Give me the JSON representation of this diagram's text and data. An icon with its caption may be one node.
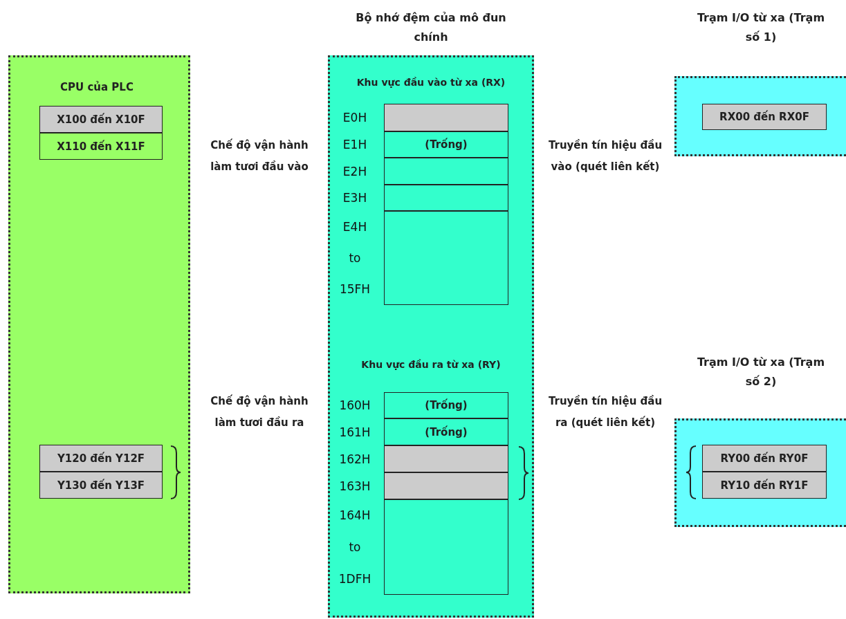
{
  "diagram": {
    "nodes": [
      {
        "text": [
          "CPU của PLC"
        ]
      },
      {
        "text": [
          "X100 đến X10F"
        ],
        "in": 0
      },
      {
        "text": [
          "X110 đến X11F"
        ],
        "in": 0
      },
      {
        "text": [
          "Y120 đến Y12F"
        ],
        "in": 0
      },
      {
        "text": [
          "Y130 đến Y13F"
        ],
        "in": 0
      },
      {
        "text": [
          "Bộ nhớ đệm của mô đun chính",
          "Khu vực đầu vào từ xa (RX)",
          "Khu vực đầu ra từ xa (RY)"
        ]
      },
      {
        "text": [],
        "shape": "box",
        "in": 5,
        "beside": [
          "E0H"
        ]
      },
      {
        "text": [
          "(Trống)"
        ],
        "in": 5,
        "beside": [
          "E1H"
        ]
      },
      {
        "text": [],
        "shape": "box",
        "in": 5,
        "beside": [
          "E2H"
        ]
      },
      {
        "text": [],
        "shape": "box",
        "in": 5,
        "beside": [
          "E3H"
        ]
      },
      {
        "text": [],
        "shape": "box",
        "in": 5,
        "beside": [
          "E4H",
          "to",
          "15FH"
        ]
      },
      {
        "text": [
          "(Trống)"
        ],
        "in": 5,
        "beside": [
          "160H"
        ]
      },
      {
        "text": [
          "(Trống)"
        ],
        "in": 5,
        "beside": [
          "161H"
        ]
      },
      {
        "text": [],
        "shape": "box",
        "in": 5,
        "beside": [
          "162H"
        ]
      },
      {
        "text": [],
        "shape": "box",
        "in": 5,
        "beside": [
          "163H"
        ]
      },
      {
        "text": [],
        "shape": "box",
        "in": 5,
        "beside": [
          "164H",
          "to",
          "1DFH"
        ]
      },
      {
        "text": [
          "Trạm I/O từ xa (Trạm số 1)"
        ]
      },
      {
        "text": [
          "RX00 đến RX0F"
        ],
        "in": 16
      },
      {
        "text": [
          "Trạm I/O từ xa (Trạm số 2)"
        ]
      },
      {
        "text": [
          "RY00 đến RY0F"
        ],
        "in": 18
      },
      {
        "text": [
          "RY10 đến RY1F"
        ],
        "in": 18
      }
    ],
    "edges": [],
    "labels": [
      "Chế độ vận hành làm tươi đầu vào",
      "Truyền tín hiệu đầu vào (quét liên kết)",
      "Chế độ vận hành làm tươi đầu ra",
      "Truyền tín hiệu đầu ra (quét liên kết)"
    ]
  }
}
